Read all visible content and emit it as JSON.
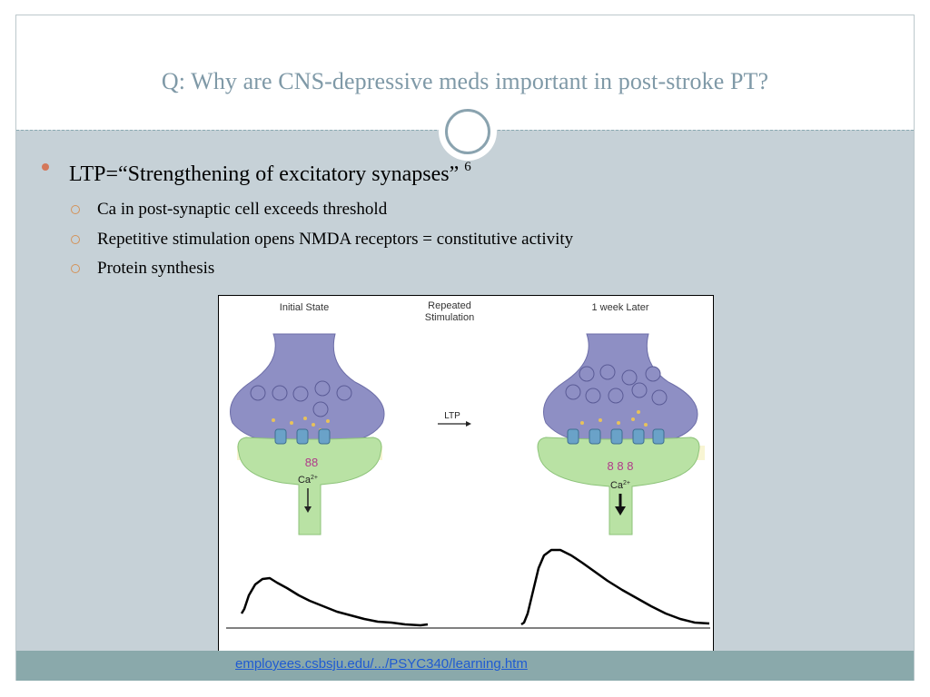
{
  "slide": {
    "title": "Q: Why are CNS-depressive meds important in post-stroke PT?",
    "bullet": {
      "text": "LTP=“Strengthening of excitatory synapses” ",
      "superscript": "6"
    },
    "subbullets": [
      "Ca in post-synaptic cell exceeds threshold",
      "Repetitive stimulation opens NMDA receptors = constitutive activity",
      "Protein synthesis"
    ],
    "figure": {
      "label_initial": "Initial State",
      "label_repeated_1": "Repeated",
      "label_repeated_2": "Stimulation",
      "label_later": "1 week Later",
      "arrow_label": "LTP",
      "ion_label_left": "88",
      "ion_label_right": "8 8 8",
      "ca_label": "Ca",
      "ca_charge": "2+"
    },
    "source_link": "employees.csbsju.edu/.../PSYC340/learning.htm"
  },
  "colors": {
    "title": "#7f99a7",
    "background": "#c6d1d7",
    "footer": "#8aa9ab",
    "bullet": "#d4785a",
    "link": "#1f5bd2"
  }
}
